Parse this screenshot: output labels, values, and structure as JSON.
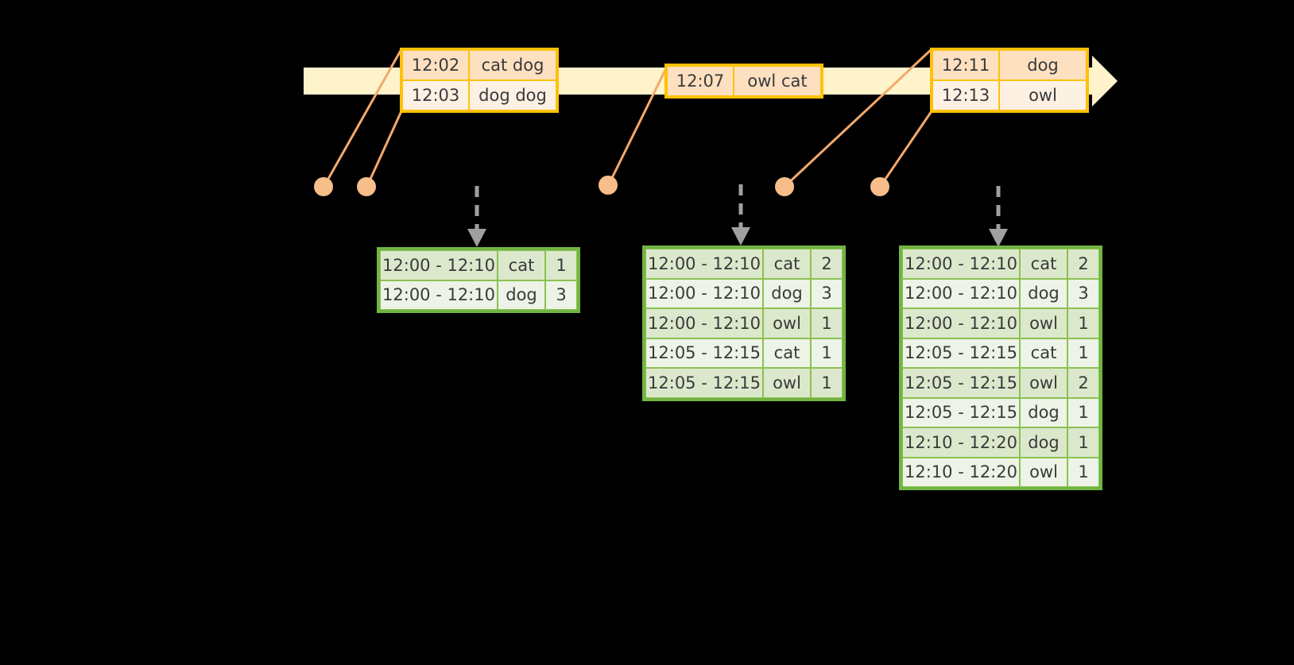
{
  "diagram": {
    "title": "windowed-aggregation-timeline",
    "colors": {
      "timeline_fill": "#FFF3CC",
      "event_border": "#FFC107",
      "event_fill_dark": "#FCE0C0",
      "event_fill_light": "#FDF1E4",
      "table_border": "#71B443",
      "table_row_dark": "#DCE8CC",
      "table_row_light": "#EDF3E6",
      "dot": "#F7BE8A",
      "connector": "#F3A96B",
      "arrow": "#A0A0A0",
      "background": "#000000"
    }
  },
  "timeline": {
    "name": "event-timeline-arrow",
    "events": [
      {
        "group": "group-1",
        "rows": [
          {
            "time": "12:02",
            "value": "cat dog"
          },
          {
            "time": "12:03",
            "value": "dog dog"
          }
        ]
      },
      {
        "group": "group-2",
        "rows": [
          {
            "time": "12:07",
            "value": "owl cat"
          }
        ]
      },
      {
        "group": "group-3",
        "rows": [
          {
            "time": "12:11",
            "value": "dog"
          },
          {
            "time": "12:13",
            "value": "owl"
          }
        ]
      }
    ]
  },
  "results": [
    {
      "name": "result-table-1",
      "rows": [
        {
          "window": "12:00 - 12:10",
          "key": "cat",
          "count": "1"
        },
        {
          "window": "12:00 - 12:10",
          "key": "dog",
          "count": "3"
        }
      ]
    },
    {
      "name": "result-table-2",
      "rows": [
        {
          "window": "12:00 - 12:10",
          "key": "cat",
          "count": "2"
        },
        {
          "window": "12:00 - 12:10",
          "key": "dog",
          "count": "3"
        },
        {
          "window": "12:00 - 12:10",
          "key": "owl",
          "count": "1"
        },
        {
          "window": "12:05 - 12:15",
          "key": "cat",
          "count": "1"
        },
        {
          "window": "12:05 - 12:15",
          "key": "owl",
          "count": "1"
        }
      ]
    },
    {
      "name": "result-table-3",
      "rows": [
        {
          "window": "12:00 - 12:10",
          "key": "cat",
          "count": "2"
        },
        {
          "window": "12:00 - 12:10",
          "key": "dog",
          "count": "3"
        },
        {
          "window": "12:00 - 12:10",
          "key": "owl",
          "count": "1"
        },
        {
          "window": "12:05 - 12:15",
          "key": "cat",
          "count": "1"
        },
        {
          "window": "12:05 - 12:15",
          "key": "owl",
          "count": "2"
        },
        {
          "window": "12:05 - 12:15",
          "key": "dog",
          "count": "1"
        },
        {
          "window": "12:10 - 12:20",
          "key": "dog",
          "count": "1"
        },
        {
          "window": "12:10 - 12:20",
          "key": "owl",
          "count": "1"
        }
      ]
    }
  ],
  "markers": {
    "name": "event-markers",
    "dots": [
      {
        "label": "marker-1"
      },
      {
        "label": "marker-2"
      },
      {
        "label": "marker-3"
      },
      {
        "label": "marker-4"
      },
      {
        "label": "marker-5"
      }
    ]
  }
}
